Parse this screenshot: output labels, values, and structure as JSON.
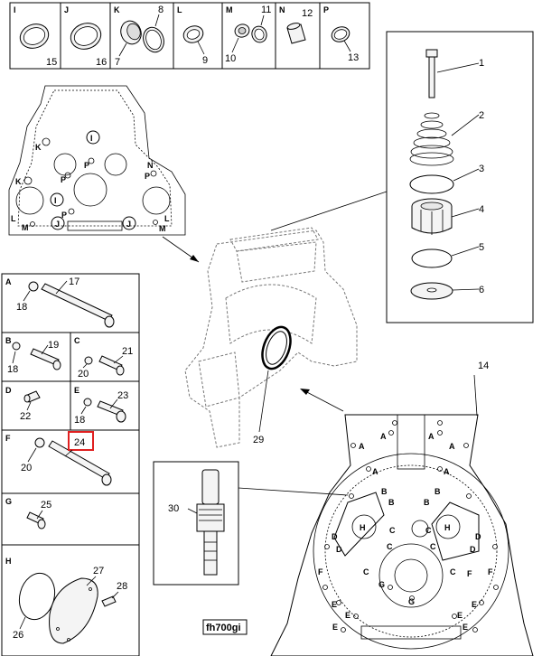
{
  "top_strip": [
    {
      "letter": "I",
      "callouts": [
        "15"
      ]
    },
    {
      "letter": "J",
      "callouts": [
        "16"
      ]
    },
    {
      "letter": "K",
      "callouts": [
        "8",
        "7"
      ]
    },
    {
      "letter": "L",
      "callouts": [
        "9"
      ]
    },
    {
      "letter": "M",
      "callouts": [
        "11",
        "10"
      ]
    },
    {
      "letter": "N",
      "callouts": [
        "12"
      ]
    },
    {
      "letter": "P",
      "callouts": [
        "13"
      ]
    }
  ],
  "overview_letters": [
    "I",
    "K",
    "P",
    "P",
    "N",
    "P",
    "K",
    "I",
    "P",
    "L",
    "M",
    "J",
    "J",
    "M",
    "L"
  ],
  "exploded_stack": [
    "1",
    "2",
    "3",
    "4",
    "5",
    "6"
  ],
  "side_panels": [
    {
      "letter": "A",
      "callouts": [
        "17",
        "18"
      ]
    },
    {
      "letter": "B",
      "callouts": [
        "19",
        "18"
      ]
    },
    {
      "letter": "C",
      "callouts": [
        "21",
        "20"
      ]
    },
    {
      "letter": "D",
      "callouts": [
        "22"
      ]
    },
    {
      "letter": "E",
      "callouts": [
        "23",
        "18"
      ]
    },
    {
      "letter": "F",
      "callouts": [
        "24",
        "20"
      ]
    },
    {
      "letter": "G",
      "callouts": [
        "25"
      ]
    },
    {
      "letter": "H",
      "callouts": [
        "27",
        "28",
        "26"
      ]
    }
  ],
  "highlighted_callout": "24",
  "main_callouts": {
    "housing": "29",
    "flywheel_housing": "14",
    "stud": "30"
  },
  "flywheel_letters": [
    "A",
    "A",
    "A",
    "A",
    "A",
    "A",
    "B",
    "B",
    "B",
    "B",
    "C",
    "C",
    "C",
    "C",
    "C",
    "C",
    "D",
    "D",
    "D",
    "D",
    "E",
    "E",
    "E",
    "E",
    "E",
    "E",
    "F",
    "F",
    "F",
    "G",
    "G",
    "H",
    "H"
  ],
  "figure_id": "fh700gi"
}
